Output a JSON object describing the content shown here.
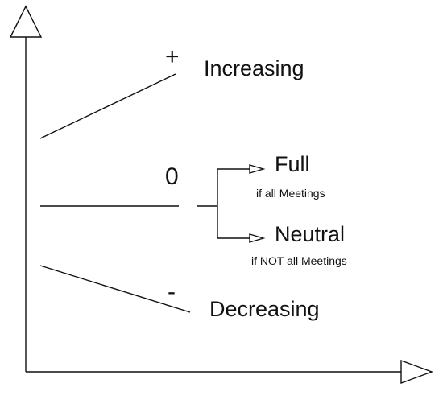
{
  "trends": {
    "increasing": {
      "sign": "+",
      "label": "Increasing"
    },
    "zero": {
      "sign": "0"
    },
    "decreasing": {
      "sign": "-",
      "label": "Decreasing"
    }
  },
  "branches": {
    "full": {
      "label": "Full",
      "condition": "if all Meetings"
    },
    "neutral": {
      "label": "Neutral",
      "condition": "if NOT all Meetings"
    }
  },
  "colors": {
    "stroke": "#111111",
    "background": "#ffffff"
  }
}
